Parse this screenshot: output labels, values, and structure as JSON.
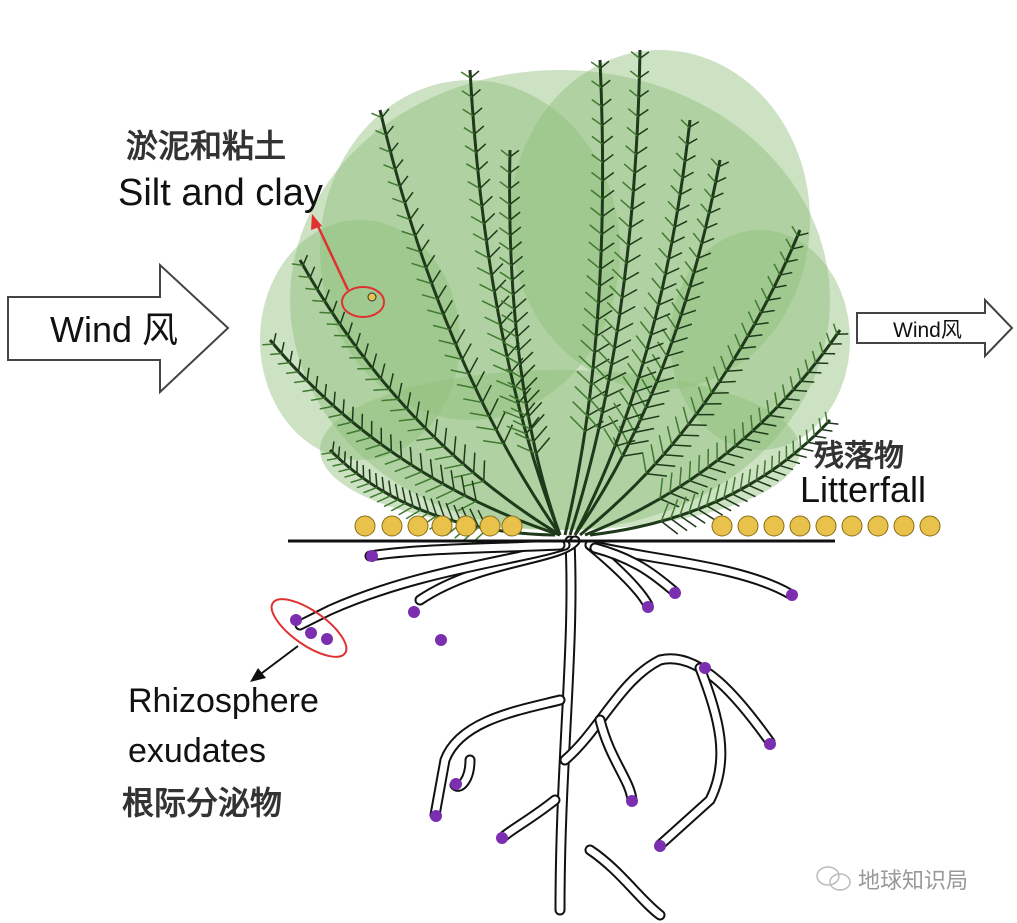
{
  "labels": {
    "silt_cn": "淤泥和粘土",
    "silt_en": "Silt and clay",
    "wind_in": "Wind 风",
    "wind_out": "Wind风",
    "litter_cn": "残落物",
    "litter_en": "Litterfall",
    "rhizo_en_1": "Rhizosphere",
    "rhizo_en_2": "exudates",
    "rhizo_cn": "根际分泌物",
    "watermark": "地球知识局"
  },
  "colors": {
    "foliage": "#8fbf7a",
    "branch": "#1f3a1a",
    "needle": "#3f7a2f",
    "root_fill": "#ffffff",
    "root_outline": "#111111",
    "exudate": "#7b2fb0",
    "litter": "#e8c24a",
    "highlight": "#e03030"
  }
}
